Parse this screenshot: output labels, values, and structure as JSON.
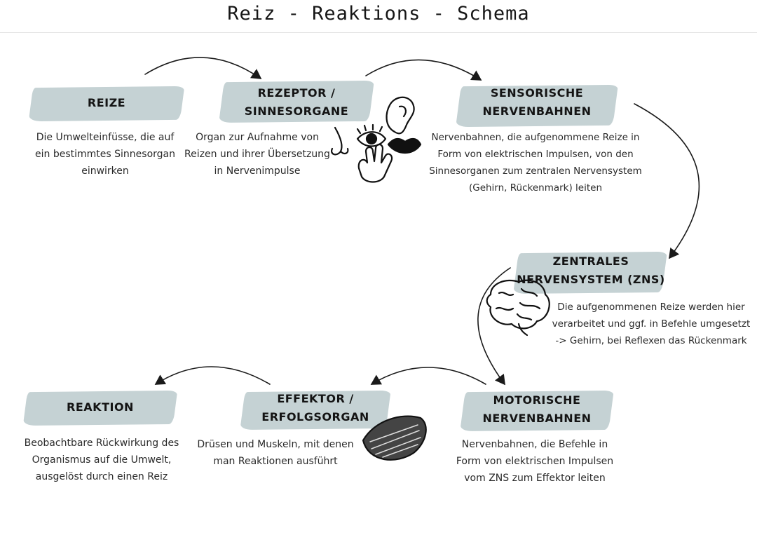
{
  "title": "Reiz - Reaktions - Schema",
  "nodes": {
    "reize": {
      "label": "REIZE",
      "desc": [
        "Die Umwelteinfüsse, die auf",
        "ein bestimmtes Sinnesorgan",
        "einwirken"
      ]
    },
    "rezeptor": {
      "label": [
        "REZEPTOR /",
        "SINNESORGANE"
      ],
      "desc": [
        "Organ zur Aufnahme von",
        "Reizen und ihrer Übersetzung",
        "in Nervenimpulse"
      ]
    },
    "sensorisch": {
      "label": [
        "SENSORISCHE",
        "NERVENBAHNEN"
      ],
      "desc": [
        "Nervenbahnen, die aufgenommene Reize in",
        "Form von elektrischen Impulsen, von den",
        "Sinnesorganen zum zentralen Nervensystem",
        "(Gehirn, Rückenmark) leiten"
      ]
    },
    "zns": {
      "label": [
        "ZENTRALES",
        "NERVENSYSTEM (ZNS)"
      ],
      "desc": [
        "Die aufgenommenen Reize werden hier",
        "verarbeitet und ggf. in Befehle umgesetzt",
        "-> Gehirn, bei Reflexen das Rückenmark"
      ]
    },
    "motorisch": {
      "label": [
        "MOTORISCHE",
        "NERVENBAHNEN"
      ],
      "desc": [
        "Nervenbahnen, die Befehle in",
        "Form von elektrischen Impulsen",
        "vom ZNS zum Effektor leiten"
      ]
    },
    "effektor": {
      "label": [
        "EFFEKTOR /",
        "ERFOLGSORGAN"
      ],
      "desc": [
        "Drüsen und Muskeln, mit denen",
        "man Reaktionen ausführt"
      ]
    },
    "reaktion": {
      "label": "REAKTION",
      "desc": [
        "Beobachtbare Rückwirkung des",
        "Organismus auf die Umwelt,",
        "ausgelöst durch einen Reiz"
      ]
    }
  },
  "icons": [
    "ear-icon",
    "nose-icon",
    "eye-icon",
    "lips-icon",
    "hand-icon",
    "brain-icon",
    "muscle-icon"
  ],
  "colors": {
    "brush": "#c5d2d4",
    "ink": "#1a1a1a"
  }
}
